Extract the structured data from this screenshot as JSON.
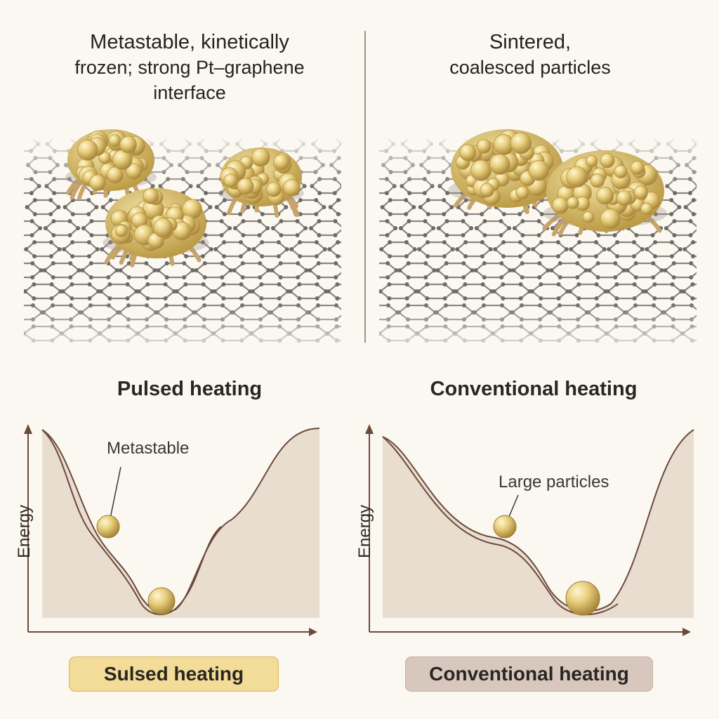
{
  "top": {
    "left_caption": [
      "Metastable, kinetically",
      "frozen; strong Pt–graphene",
      "interface"
    ],
    "right_caption": [
      "Sintered,",
      "coalesced particles"
    ]
  },
  "panels": {
    "left": {
      "title": "Pulsed heating",
      "annotation": "Metastable",
      "y_axis_label": "Energy",
      "pill_label": "Sulsed heating"
    },
    "right": {
      "title": "Conventional heating",
      "annotation": "Large particles",
      "y_axis_label": "Energy",
      "pill_label": "Conventional heating"
    }
  },
  "colors": {
    "background": "#fbf8f1",
    "particle_gold": "#e6cc7a",
    "graphene_lattice": "#8a8480",
    "well_fill": "#e9ddd0",
    "curve_line": "#6b4a3c",
    "pulsed_pill": "#f3dc98",
    "conventional_pill": "#d7c7bd"
  }
}
